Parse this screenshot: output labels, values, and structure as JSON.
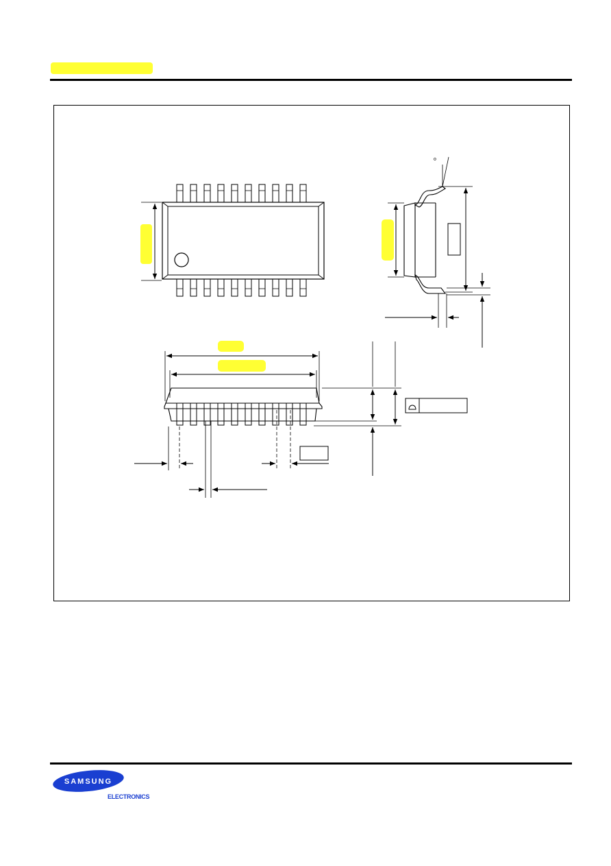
{
  "header": {
    "part_label": "",
    "highlight_color": "#ffff33"
  },
  "footer": {
    "logo_brand": "SAMSUNG",
    "logo_sub": "ELECTRONICS",
    "logo_color": "#1a3fd1"
  },
  "drawing": {
    "package_pin_count": 20,
    "degree_mark": "o",
    "line_color": "#000000"
  }
}
